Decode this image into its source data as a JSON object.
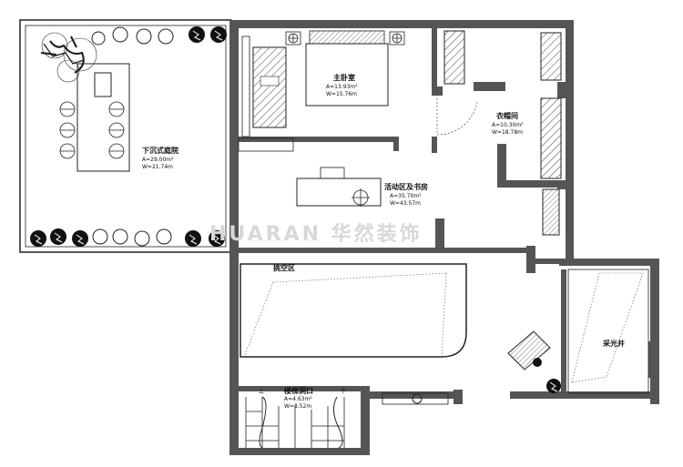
{
  "watermark": "HUARAN 华然装饰",
  "rooms": {
    "sunken_garden": {
      "name": "下沉式庭院",
      "area": "A=29.00m²",
      "perimeter": "W=21.74m"
    },
    "master_bedroom": {
      "name": "主卧室",
      "area": "A=13.93m²",
      "perimeter": "W=15.76m"
    },
    "walk_in_closet": {
      "name": "衣帽间",
      "area": "A=10.30m²",
      "perimeter": "W=18.78m"
    },
    "activity_study": {
      "name": "活动区及书房",
      "area": "A=35.70m²",
      "perimeter": "W=43.57m"
    },
    "void_area": {
      "name": "挑空区"
    },
    "skylight_well": {
      "name": "采光井"
    },
    "stair_opening": {
      "name": "楼梯洞口",
      "area": "A=4.63m²",
      "perimeter": "W=8.52m"
    }
  },
  "stair_marks": {
    "up": "上",
    "down": "下"
  },
  "colors": {
    "wall": "#555555",
    "line": "#222222",
    "hatch": "#444444",
    "tree_dark": "#1a1a1a"
  },
  "icons": [
    "tree-icon",
    "shrub-icon",
    "chair-icon",
    "bed-icon",
    "lamp-icon",
    "sofa-icon",
    "toilet-icon"
  ]
}
